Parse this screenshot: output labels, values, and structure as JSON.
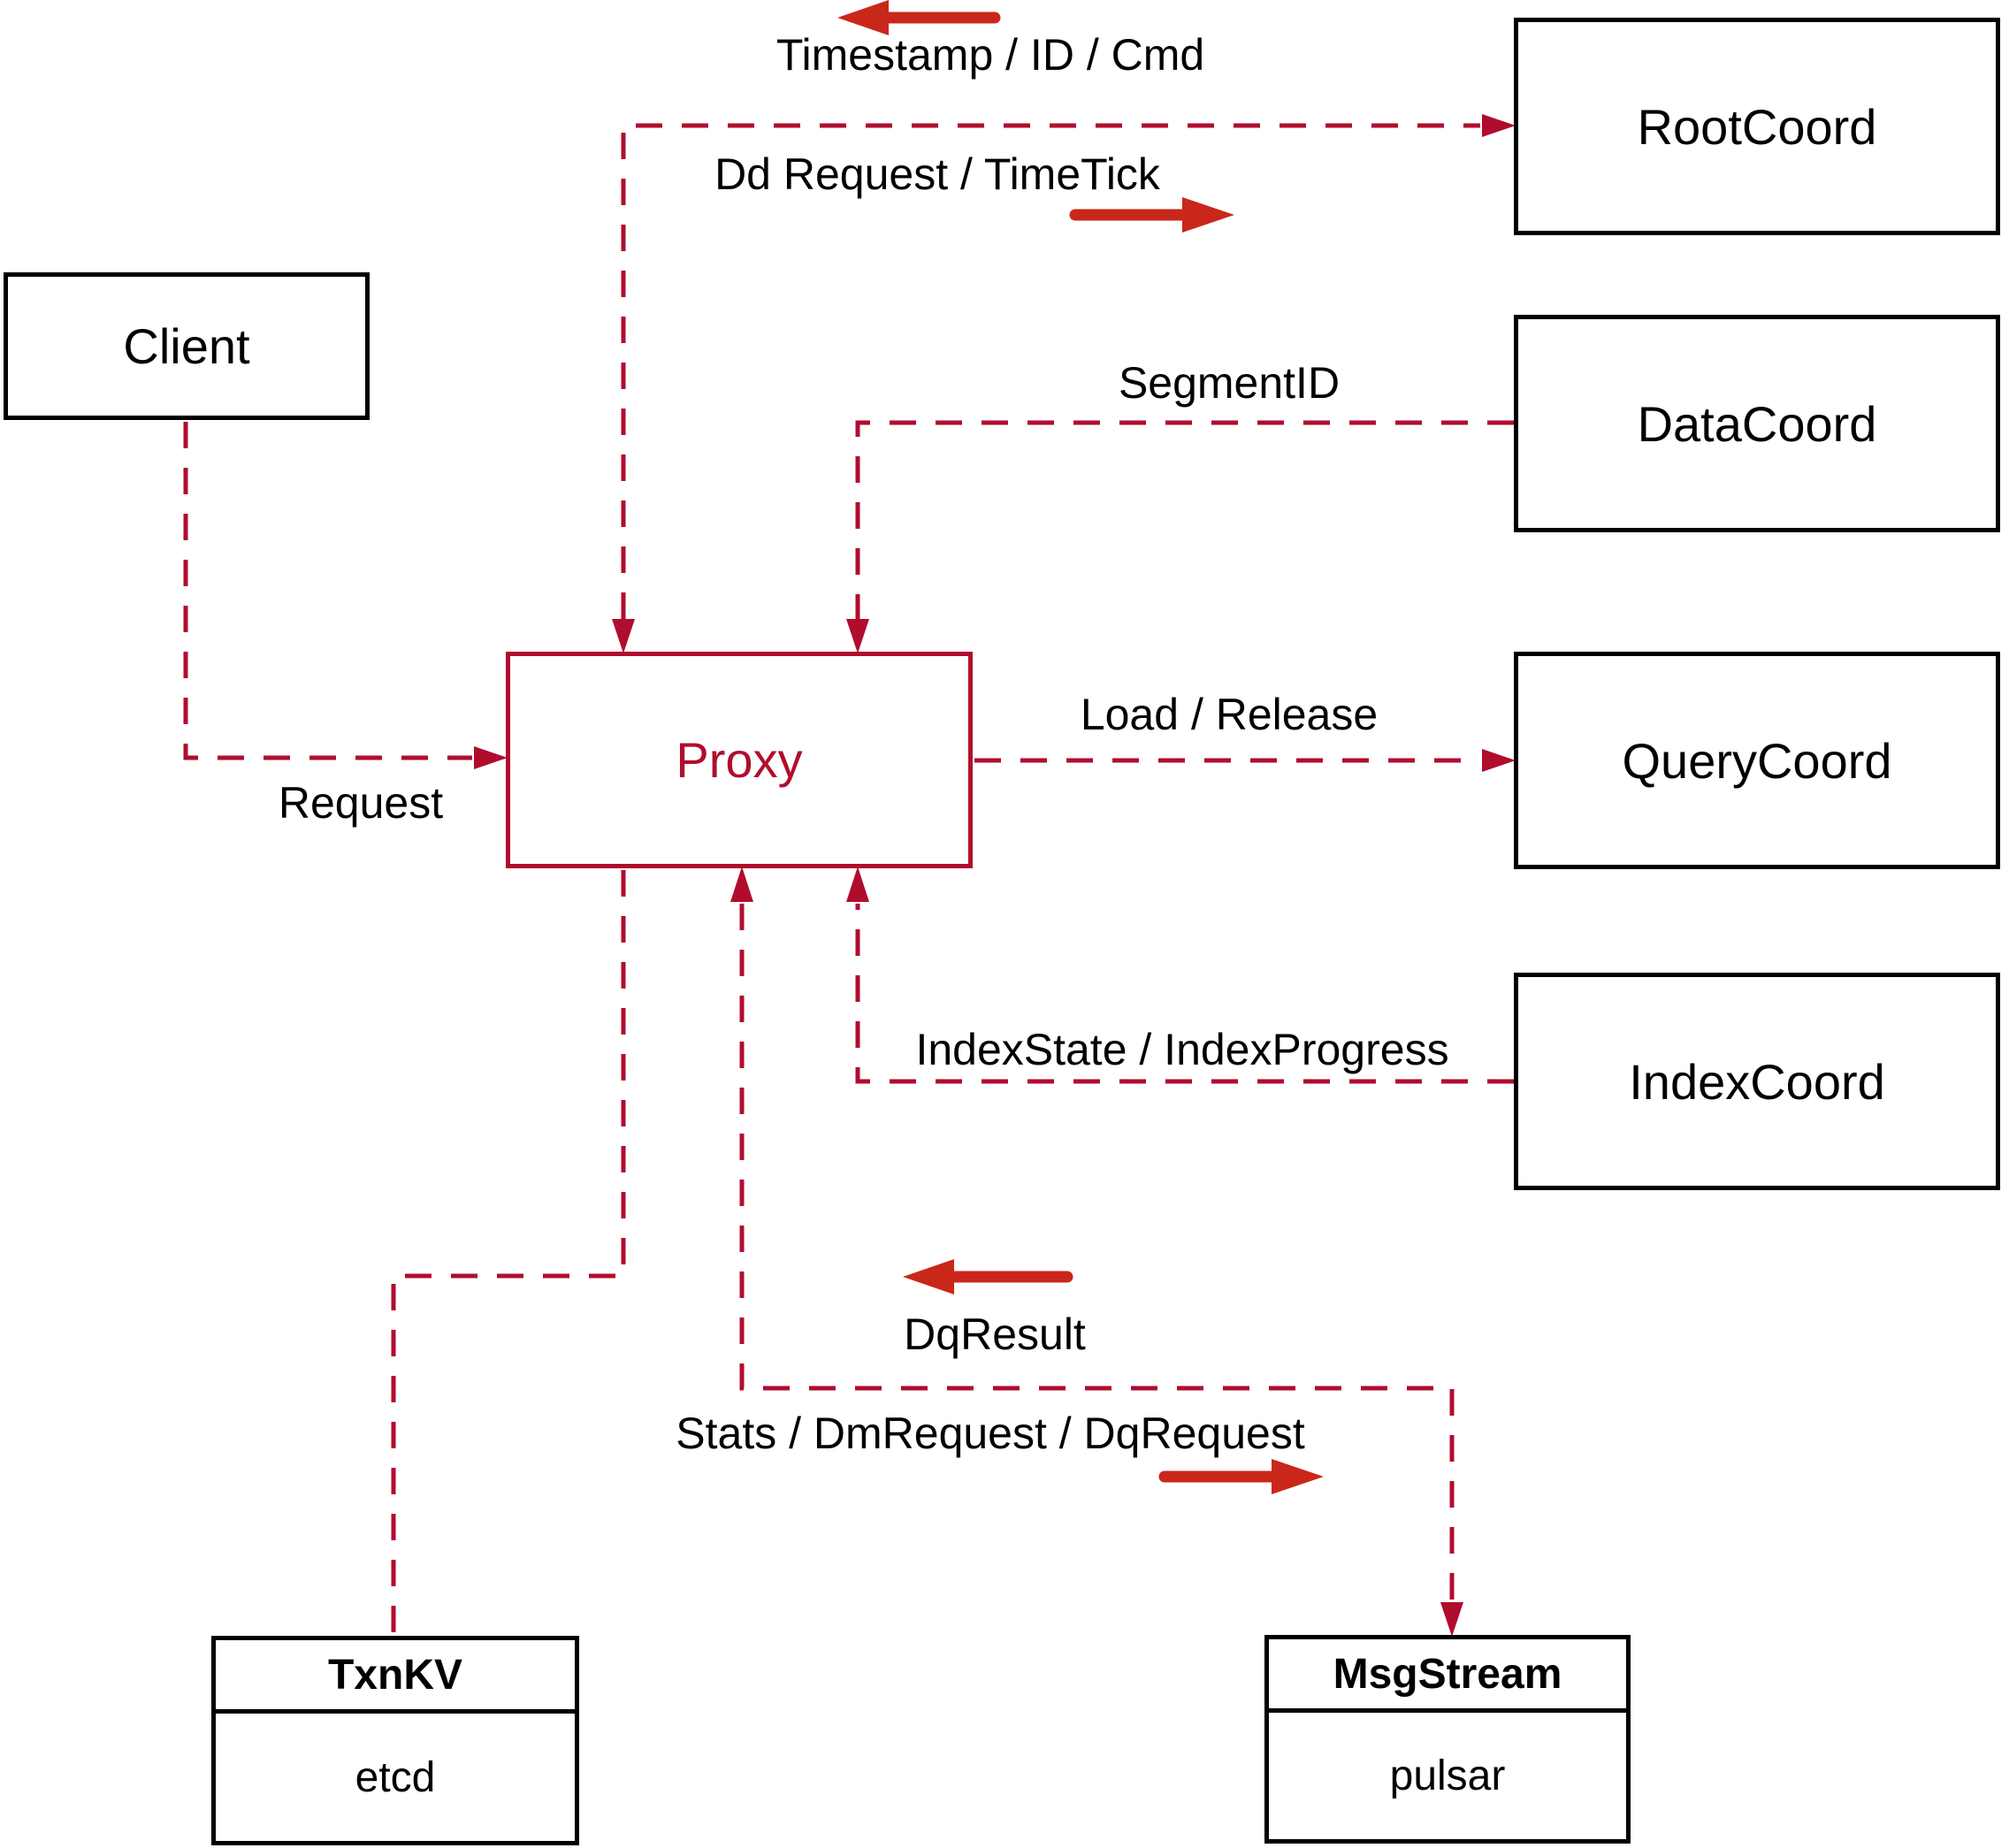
{
  "nodes": {
    "client": {
      "label": "Client"
    },
    "proxy": {
      "label": "Proxy"
    },
    "rootcoord": {
      "label": "RootCoord"
    },
    "datacoord": {
      "label": "DataCoord"
    },
    "querycoord": {
      "label": "QueryCoord"
    },
    "indexcoord": {
      "label": "IndexCoord"
    },
    "txnkv": {
      "title": "TxnKV",
      "subtitle": "etcd"
    },
    "msgstream": {
      "title": "MsgStream",
      "subtitle": "pulsar"
    }
  },
  "edges": {
    "rootcoord_to_proxy": {
      "label": "Timestamp / ID / Cmd",
      "direction": "left"
    },
    "proxy_to_rootcoord": {
      "label": "Dd Request / TimeTick",
      "direction": "right"
    },
    "datacoord_to_proxy": {
      "label": "SegmentID"
    },
    "proxy_to_querycoord": {
      "label": "Load / Release"
    },
    "indexcoord_to_proxy": {
      "label": "IndexState / IndexProgress"
    },
    "msgstream_to_proxy": {
      "label": "DqResult",
      "direction": "left"
    },
    "proxy_to_msgstream": {
      "label": "Stats / DmRequest / DqRequest",
      "direction": "right"
    },
    "client_to_proxy": {
      "label": "Request"
    }
  },
  "colors": {
    "dashed_line": "#b00d2e",
    "solid_arrow": "#c9271a",
    "box_border": "#000000",
    "text": "#000000",
    "background": "#ffffff"
  }
}
